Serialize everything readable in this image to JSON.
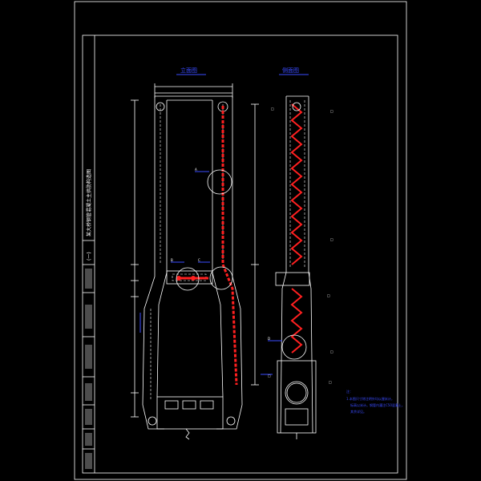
{
  "drawing": {
    "view_titles": {
      "left": "立面图",
      "right": "侧面图"
    },
    "side_title": "某大桥钢管混凝土主拱肋构造图",
    "side_sheet_no": "(一)",
    "notes": {
      "heading": "注：",
      "line1": "1.本图尺寸除注明外均以厘米计，",
      "line2": "标高以米计。钢管内灌注C50混凝土，",
      "line3": "其余详见。"
    },
    "callouts": [
      "A",
      "B",
      "C",
      "D"
    ],
    "colors": {
      "background": "#000000",
      "linework": "#ffffff",
      "rebar": "#ff2020",
      "annotation": "#3a4bff"
    }
  }
}
